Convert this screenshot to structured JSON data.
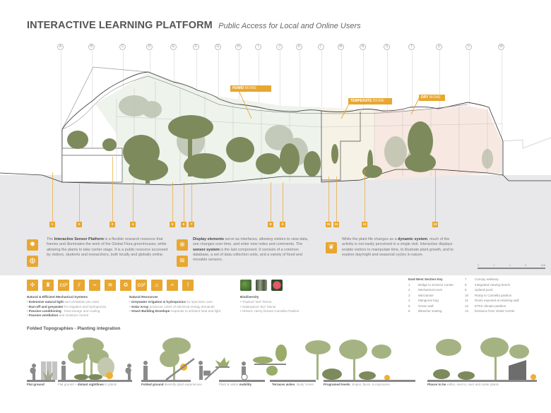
{
  "header": {
    "title": "INTERACTIVE LEARNING PLATFORM",
    "subtitle": "Public Access for Local and Online Users"
  },
  "grid_axes": [
    "A",
    "B",
    "C",
    "D",
    "E",
    "F",
    "G",
    "H",
    "I",
    "J",
    "K",
    "L",
    "M",
    "N",
    "S",
    "T",
    "U",
    "V",
    "W"
  ],
  "biome_tags": [
    {
      "bold": "HUMID",
      "rest": "BIOME"
    },
    {
      "bold": "TEMPERATE",
      "rest": "BIOME"
    },
    {
      "bold": "DRY",
      "rest": "BIOME"
    }
  ],
  "section_markers": [
    "1",
    "2",
    "3",
    "4",
    "5",
    "6",
    "7",
    "8",
    "9",
    "10",
    "11",
    "12",
    "13"
  ],
  "descriptions": [
    {
      "pre": "The ",
      "bold": "Interactive Sensor Platform",
      "post": " is a flexible research resource that frames and illuminates the work of the Global Flora greenhouses, while allowing the plants to take center stage. It is a public resource accessed by visitors, students and researchers, both locally and globally online."
    },
    {
      "bold": "Display elements",
      "mid": " serve as interfaces, allowing visitors to view data, see changes over time, and enter new notes and comments. The ",
      "bold2": "sensor system",
      "post": " is the last component. It consists of a common database, a set of data collection units, and a variety of fixed and movable sensors."
    },
    {
      "pre": "While the plant life changes as a ",
      "bold": "dynamic system",
      "post": ", much of the activity is not easily perceived in a single visit. Interactive displays enable visitors to manipulate time, to illustrate plant growth, and to explore day/night and seasonal cycles in nature."
    }
  ],
  "description_icons": [
    "sun-icon",
    "globe-icon",
    "network-icon",
    "wifi-icon",
    "hand-plant-icon"
  ],
  "scale_bar": {
    "labels": [
      "0",
      "2",
      "4",
      "8",
      "16ft"
    ]
  },
  "feature_icons": [
    {
      "name": "fan-icon",
      "glyph": "✣"
    },
    {
      "name": "tower-icon",
      "glyph": "♜"
    },
    {
      "name": "co2-icon",
      "glyph": "co²"
    },
    {
      "name": "rain-icon",
      "glyph": "⫽"
    },
    {
      "name": "light-icon",
      "glyph": "⌁"
    },
    {
      "name": "wifi-icon",
      "glyph": "≋"
    },
    {
      "name": "recycle-icon",
      "glyph": "♻"
    },
    {
      "name": "co2-icon",
      "glyph": "co²"
    },
    {
      "name": "house-icon",
      "glyph": "⌂"
    },
    {
      "name": "wind-icon",
      "glyph": "≈"
    },
    {
      "name": "faucet-icon",
      "glyph": "ſ"
    }
  ],
  "mechanical_systems": {
    "heading": "Natural & Efficient Mechanical Systems",
    "items": [
      {
        "bold": "Extensive natural light",
        "rest": " and ventilation are used"
      },
      {
        "bold": "Run-off and greywater",
        "rest": " for irrigation and hydroponics"
      },
      {
        "bold": "Passive conditioning",
        "rest": " - heat storage and cooling"
      },
      {
        "bold": "Passive ventilation",
        "rest": " and moisture control"
      }
    ]
  },
  "natural_resources": {
    "heading": "Natural Resources",
    "items": [
      {
        "bold": "Greywater irrigation & hydroponics",
        "rest": " for specimen care"
      },
      {
        "bold": "Solar Array",
        "rest": " produces 120% of electrical energy demands"
      },
      {
        "bold": "Smart Building Envelope",
        "rest": " responds to ambient heat and light"
      }
    ]
  },
  "biodiversity": {
    "heading": "Biodiversity",
    "items": [
      "Tropical \"wet\" biome",
      "Subtropical \"dry\" biome",
      "Historic Henry Durant Camellia Pavilion"
    ]
  },
  "section_key": {
    "heading": "East-West Section Key",
    "items": [
      {
        "n": "1",
        "label": "Bridge to Science Center"
      },
      {
        "n": "2",
        "label": "Mechanical room"
      },
      {
        "n": "3",
        "label": "Mezzanine"
      },
      {
        "n": "4",
        "label": "Mangrove bog"
      },
      {
        "n": "5",
        "label": "Green wall"
      },
      {
        "n": "6",
        "label": "Bleacher seating"
      },
      {
        "n": "7",
        "label": "Canopy walkway"
      },
      {
        "n": "8",
        "label": "Integrated viewing bench"
      },
      {
        "n": "9",
        "label": "Upland pond"
      },
      {
        "n": "10",
        "label": "Ramp to Camellia pavilion"
      },
      {
        "n": "11",
        "label": "Roots exposed at retaining wall"
      },
      {
        "n": "12",
        "label": "ETFE climate partition"
      },
      {
        "n": "13",
        "label": "Entrance from Visitor Center"
      }
    ]
  },
  "folded_topographies": {
    "title": "Folded Topographies - Planting integration",
    "captions": [
      {
        "bold": "Flat ground",
        "rest": ""
      },
      {
        "pre": "Flat ground + ",
        "bold": "distant sightlines",
        "rest": " to plants"
      },
      {
        "bold": "Folded ground",
        "rest": " diversify plant experiences"
      },
      {
        "pre": "Plant & visitor ",
        "bold": "mobility",
        "rest": ""
      },
      {
        "bold": "Terraces aisles",
        "rest": ", study zones"
      },
      {
        "bold": "Programed levels",
        "rest": ", slopes, faces, & exposures"
      },
      {
        "bold": "Places to be",
        "rest": " within, next to, over and under plants"
      }
    ]
  },
  "colors": {
    "accent": "#e8a731",
    "foliage": "#7d8a5c",
    "ground": "#e8e8ea"
  }
}
